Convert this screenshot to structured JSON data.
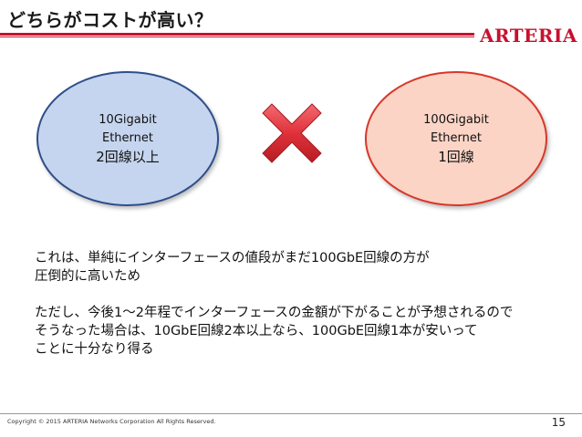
{
  "slide": {
    "title": "どちらがコストが高い？",
    "brand": "ARTERIA",
    "left_option": {
      "line1": "10Gigabit",
      "line2": "Ethernet",
      "line3": "2回線以上"
    },
    "right_option": {
      "line1": "100Gigabit",
      "line2": "Ethernet",
      "line3": "1回線"
    },
    "body": {
      "para1_line1": "これは、単純にインターフェースの値段がまだ100GbE回線の方が",
      "para1_line2": "圧倒的に高いため",
      "para2_line1": "ただし、今後1～2年程でインターフェースの金額が下がることが予想されるので",
      "para2_line2": "そうなった場合は、10GbE回線2本以上なら、100GbE回線1本が安いって",
      "para2_line3": "ことに十分なり得る"
    },
    "footer": {
      "copyright": "Copyright © 2015 ARTERIA Networks Corporation All Rights Reserved.",
      "page_number": "15"
    }
  },
  "colors": {
    "accent": "#c8102e",
    "left_fill": "#c6d5ef",
    "left_border": "#2f4f8a",
    "right_fill": "#fbd4c6",
    "right_border": "#d7382a",
    "cross": "#e0313a"
  },
  "icons": {
    "vs_mark": "cross-icon"
  }
}
